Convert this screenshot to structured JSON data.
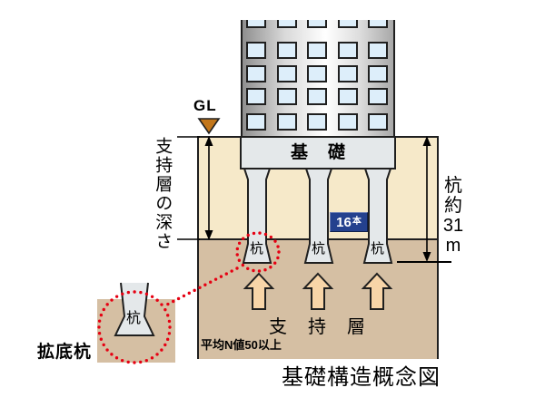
{
  "figure": {
    "caption": "基礎構造概念図",
    "gl_label": "GL",
    "depth_label": "支持層の深さ",
    "foundation_label": "基礎",
    "pile_label": "杭",
    "pile_count": {
      "number": "16",
      "unit": "本"
    },
    "pile_length": {
      "line1": "杭",
      "line2": "約",
      "line3": "31",
      "line4": "m"
    },
    "support_layer_label": "支持層",
    "n_value_note": "平均N値50以上",
    "enlarged_pile_label": "拡底杭",
    "building": {
      "window_cols": 5,
      "window_rows": 5
    },
    "colors": {
      "upper_soil": "#f6e9c9",
      "lower_soil": "#d5bfa3",
      "concrete": "#e4e8ea",
      "badge_navy": "#24418e",
      "gl_triangle_orange": "#c2761a",
      "arrow_fill": "#f8d5a8",
      "highlight_red": "#e60012",
      "window_blue": "#ddeefa"
    }
  }
}
